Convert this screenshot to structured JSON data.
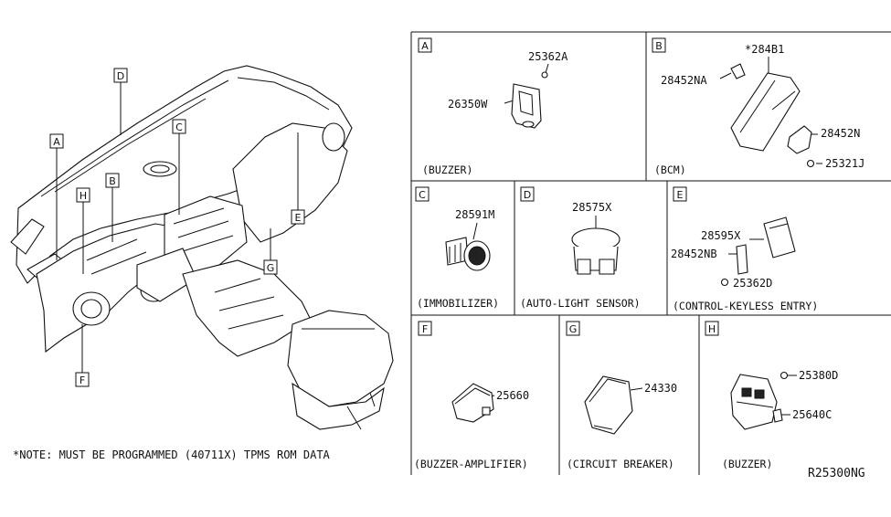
{
  "overview_callouts": [
    "A",
    "B",
    "C",
    "D",
    "E",
    "F",
    "G",
    "H"
  ],
  "note": "*NOTE: MUST BE PROGRAMMED (40711X) TPMS ROM DATA",
  "diagram_id": "R25300NG",
  "panels": {
    "A": {
      "letter": "A",
      "caption": "(BUZZER)",
      "parts": [
        "25362A",
        "26350W"
      ]
    },
    "B": {
      "letter": "B",
      "caption": "(BCM)",
      "parts": [
        "*284B1",
        "28452NA",
        "28452N",
        "25321J"
      ]
    },
    "C": {
      "letter": "C",
      "caption": "(IMMOBILIZER)",
      "parts": [
        "28591M"
      ]
    },
    "D": {
      "letter": "D",
      "caption": "(AUTO-LIGHT SENSOR)",
      "parts": [
        "28575X"
      ]
    },
    "E": {
      "letter": "E",
      "caption": "(CONTROL-KEYLESS ENTRY)",
      "parts": [
        "28595X",
        "28452NB",
        "25362D"
      ]
    },
    "F": {
      "letter": "F",
      "caption": "(BUZZER-AMPLIFIER)",
      "parts": [
        "25660"
      ]
    },
    "G": {
      "letter": "G",
      "caption": "(CIRCUIT BREAKER)",
      "parts": [
        "24330"
      ]
    },
    "H": {
      "letter": "H",
      "caption": "(BUZZER)",
      "parts": [
        "25380D",
        "25640C"
      ]
    }
  }
}
